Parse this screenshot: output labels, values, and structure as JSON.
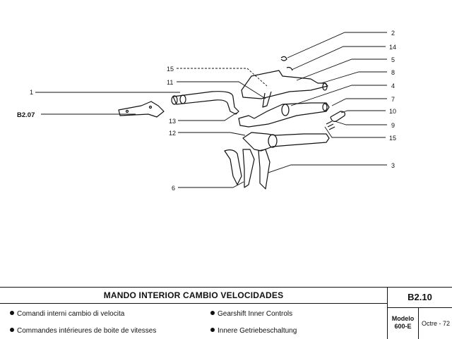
{
  "diagram": {
    "refs": {
      "r1": "1",
      "r2": "2",
      "r3": "3",
      "r4": "4",
      "r5": "5",
      "r6": "6",
      "r7": "7",
      "r8": "8",
      "r9": "9",
      "r10": "10",
      "r11": "11",
      "r12": "12",
      "r13": "13",
      "r14": "14",
      "r15a": "15",
      "r15b": "15",
      "b207": "B2.07"
    }
  },
  "titleblock": {
    "title": "MANDO INTERIOR CAMBIO VELOCIDADES",
    "lines": {
      "it": "Comandi interni cambio di velocita",
      "en": "Gearshift Inner Controls",
      "fr": "Commandes intérieures de boite de vitesses",
      "de": "Innere Getriebeschaltung"
    },
    "code": "B2.10",
    "model_label": "Modelo",
    "model_value": "600-E",
    "date": "Octre - 72"
  }
}
